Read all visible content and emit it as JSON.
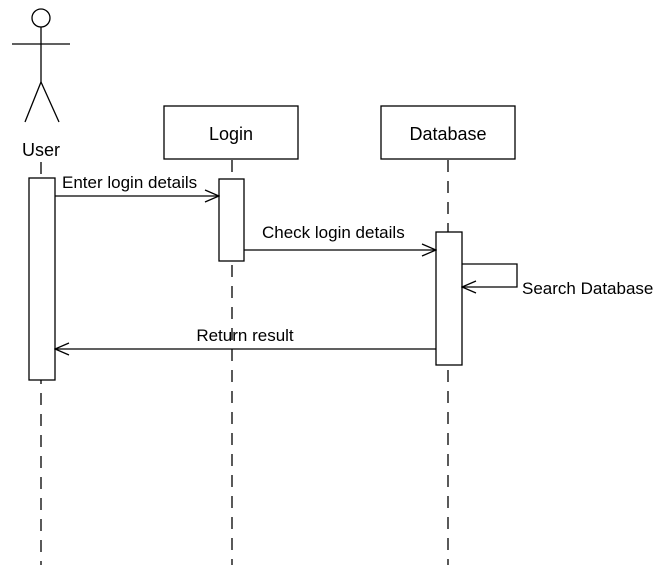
{
  "diagram": {
    "type": "sequence",
    "participants": {
      "user": "User",
      "login": "Login",
      "database": "Database"
    },
    "messages": {
      "enter_login": "Enter login details",
      "check_login": "Check login details",
      "search_db": "Search Database",
      "return_result": "Return result"
    }
  }
}
